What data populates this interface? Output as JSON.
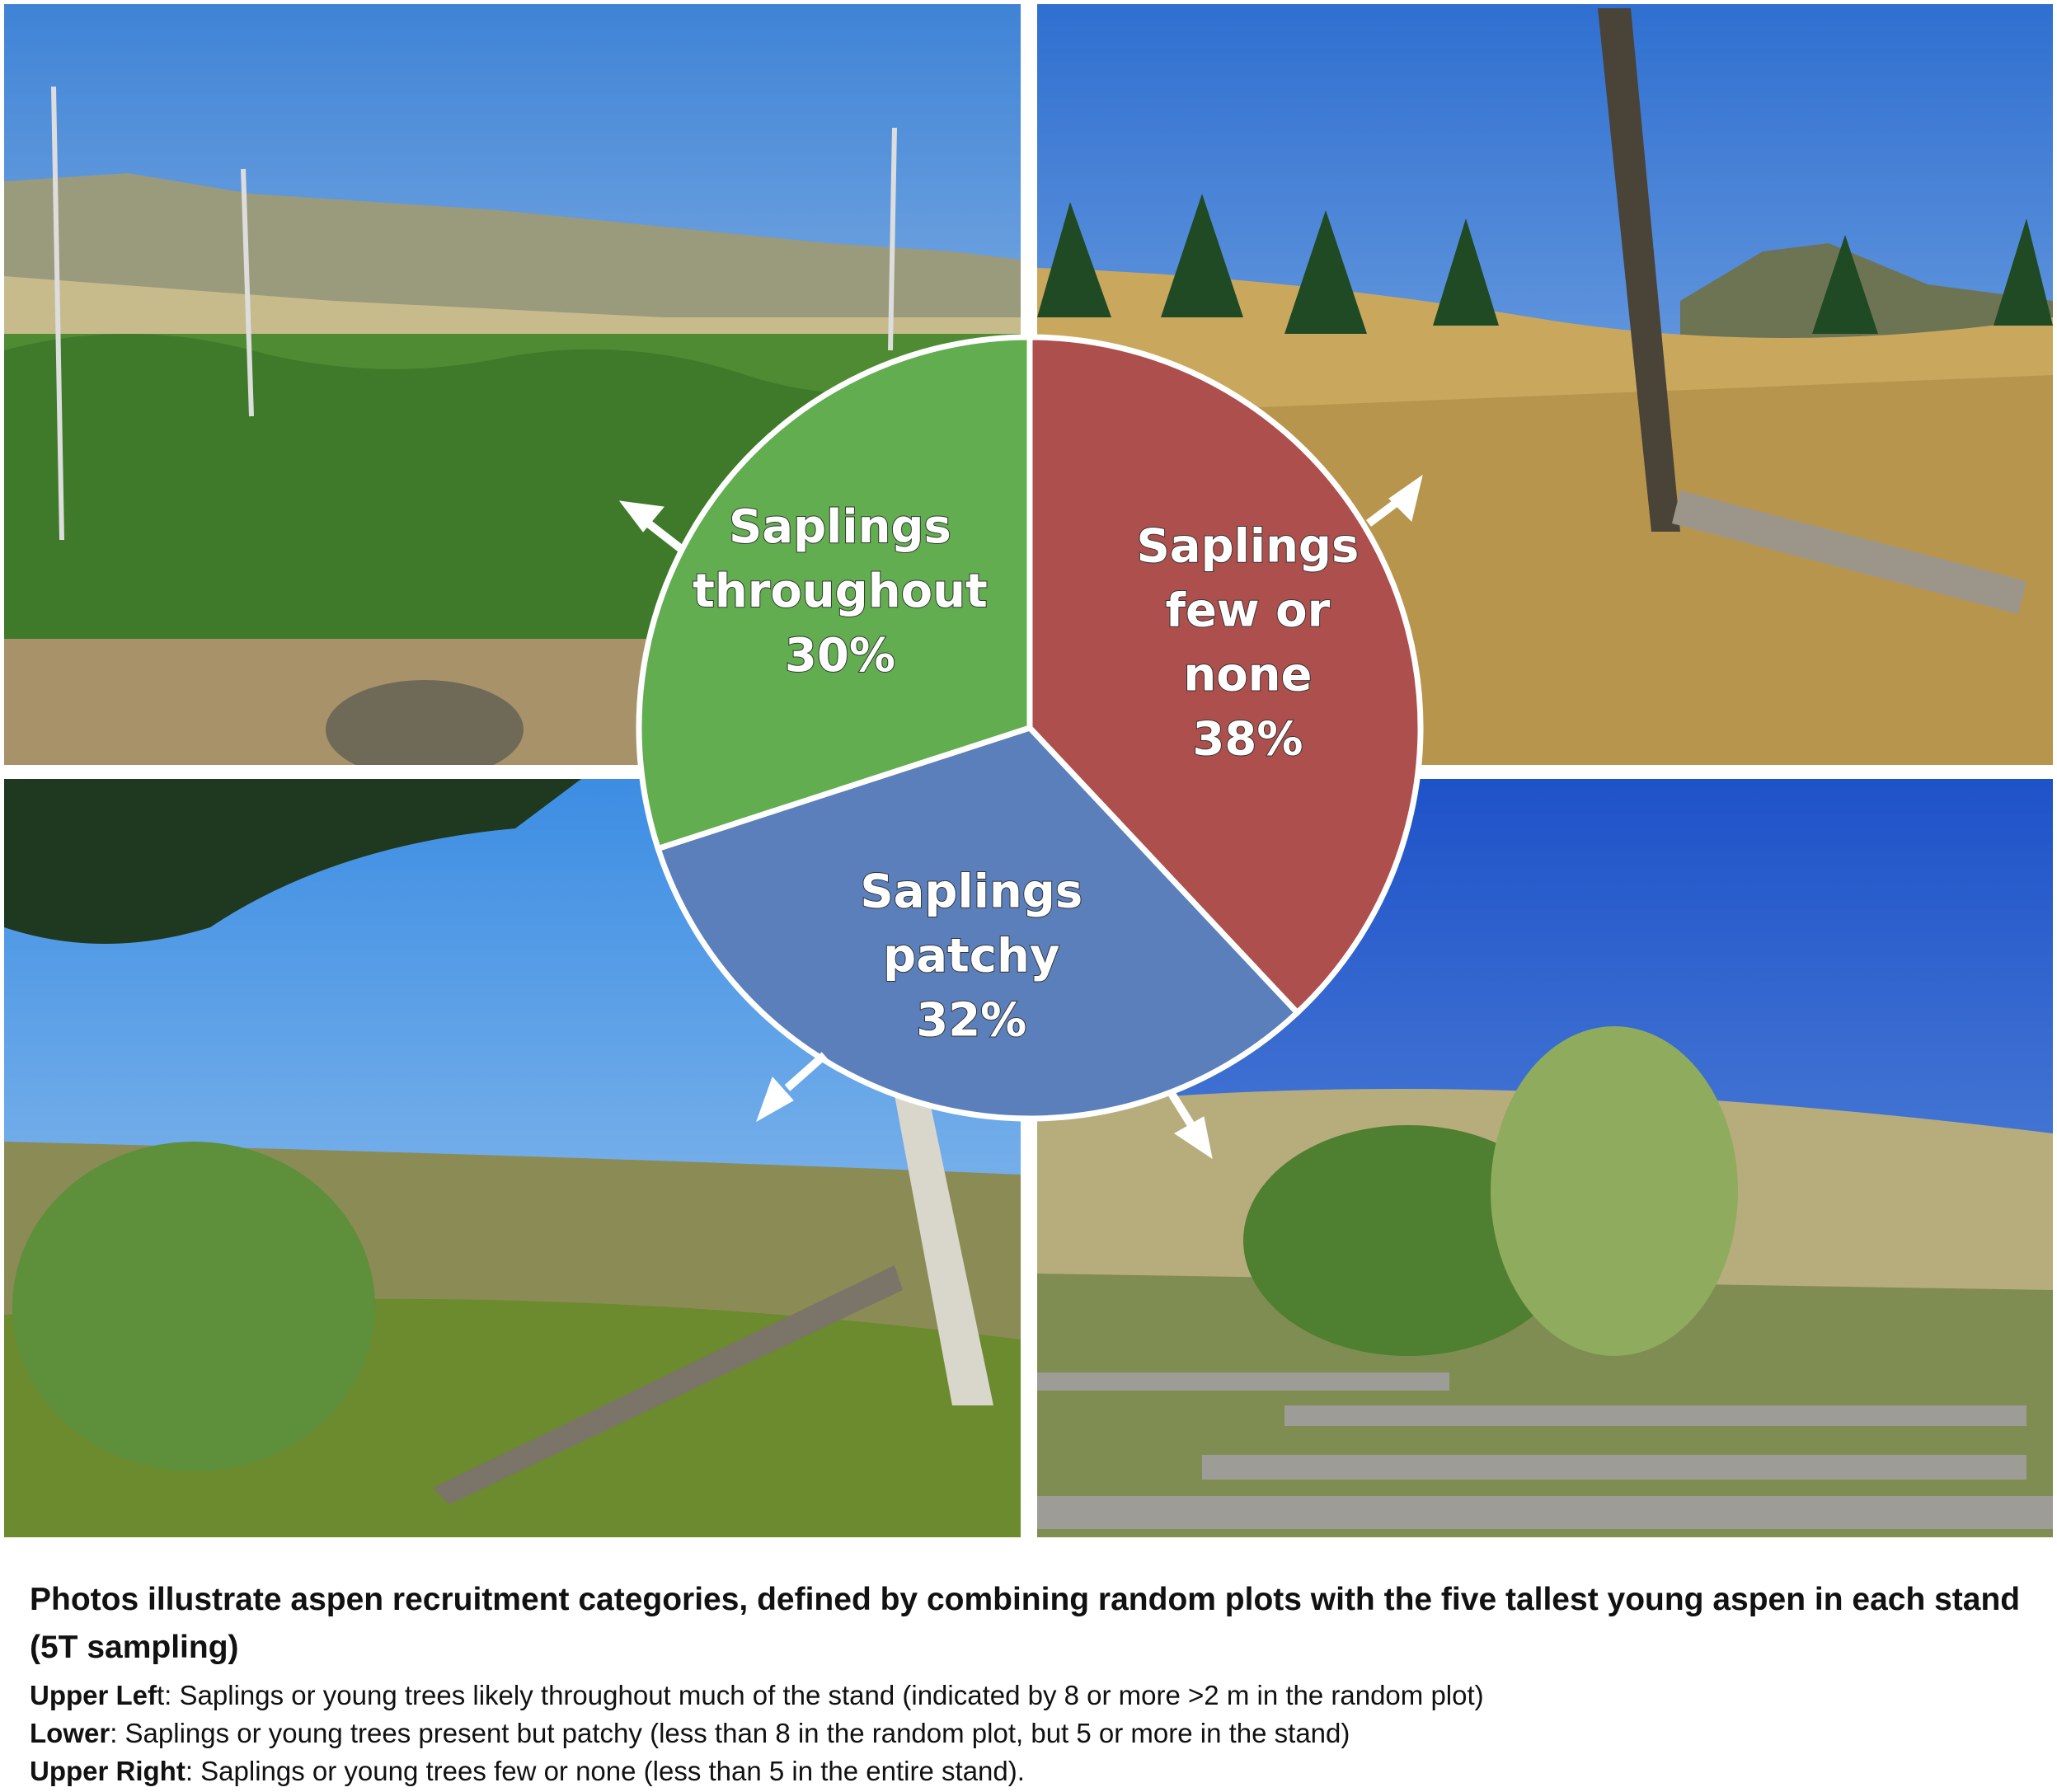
{
  "chart_data": {
    "type": "pie",
    "title": "",
    "slices": [
      {
        "label_lines": [
          "Saplings",
          "few or",
          "none",
          "38%"
        ],
        "category": "Saplings few or none",
        "value": 38,
        "color": "#ad4f4d"
      },
      {
        "label_lines": [
          "Saplings",
          "patchy",
          "32%"
        ],
        "category": "Saplings patchy",
        "value": 32,
        "color": "#5b7fbb"
      },
      {
        "label_lines": [
          "Saplings",
          "throughout",
          "30%"
        ],
        "category": "Saplings throughout",
        "value": 30,
        "color": "#62ad50"
      }
    ],
    "start": "top",
    "direction": "clockwise"
  },
  "caption": {
    "title": "Photos illustrate aspen recruitment categories, defined by combining random plots with the five tallest young aspen in each stand (5T sampling)",
    "lines": [
      {
        "bold": "Upper Lef",
        "rest": "t: Saplings or young trees likely throughout much of the stand (indicated by 8 or more >2 m in the random plot)"
      },
      {
        "bold": "Lower",
        "rest": ": Saplings or young trees present but patchy (less than 8 in the random plot, but 5 or more in the stand)"
      },
      {
        "bold": "Upper Right",
        "rest": ": Saplings or young trees few or none (less than 5 in the entire stand)."
      }
    ]
  }
}
